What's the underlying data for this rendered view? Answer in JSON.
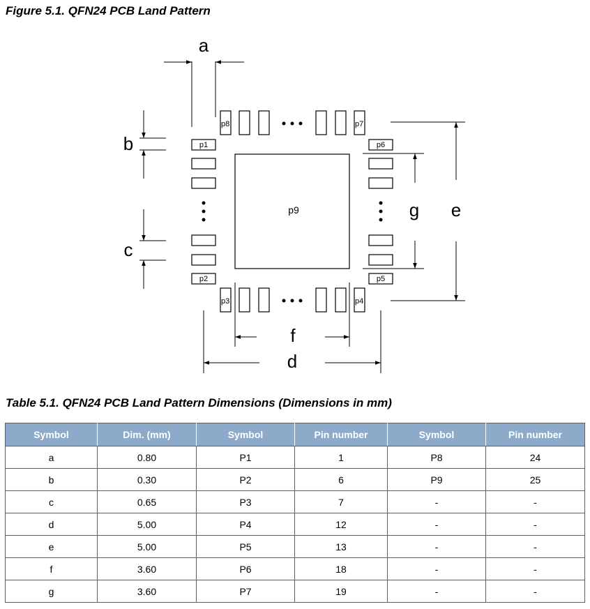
{
  "figure": {
    "caption": "Figure 5.1. QFN24 PCB Land Pattern",
    "dimension_labels": {
      "a": "a",
      "b": "b",
      "c": "c",
      "d": "d",
      "e": "e",
      "f": "f",
      "g": "g"
    },
    "pad_labels": {
      "p1": "p1",
      "p2": "p2",
      "p3": "p3",
      "p4": "p4",
      "p5": "p5",
      "p6": "p6",
      "p7": "p7",
      "p8": "p8",
      "p9": "p9"
    }
  },
  "table": {
    "caption": "Table 5.1. QFN24 PCB Land Pattern Dimensions (Dimensions in mm)",
    "header_color": "#8eaacb",
    "headers": [
      "Symbol",
      "Dim. (mm)",
      "Symbol",
      "Pin number",
      "Symbol",
      "Pin number"
    ],
    "rows": [
      [
        "a",
        "0.80",
        "P1",
        "1",
        "P8",
        "24"
      ],
      [
        "b",
        "0.30",
        "P2",
        "6",
        "P9",
        "25"
      ],
      [
        "c",
        "0.65",
        "P3",
        "7",
        "-",
        "-"
      ],
      [
        "d",
        "5.00",
        "P4",
        "12",
        "-",
        "-"
      ],
      [
        "e",
        "5.00",
        "P5",
        "13",
        "-",
        "-"
      ],
      [
        "f",
        "3.60",
        "P6",
        "18",
        "-",
        "-"
      ],
      [
        "g",
        "3.60",
        "P7",
        "19",
        "-",
        "-"
      ]
    ]
  }
}
